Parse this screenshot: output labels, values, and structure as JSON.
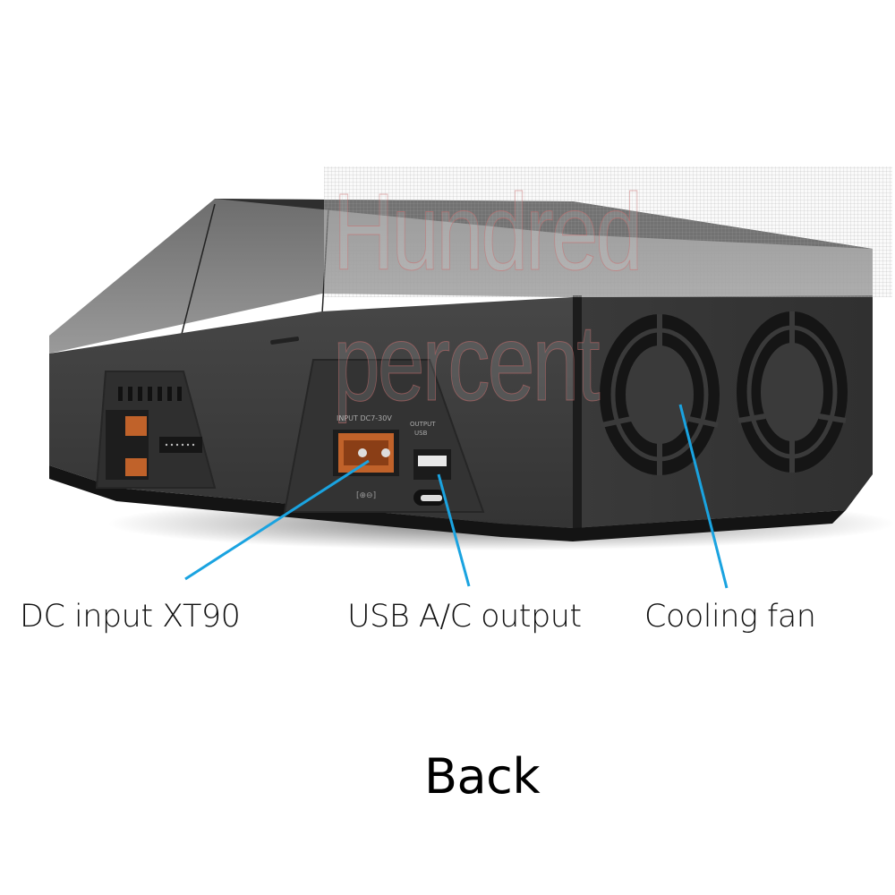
{
  "product": {
    "view": "Back",
    "body_colors": {
      "top_panel": "#8a8a8a",
      "side_body": "#3b3b3b",
      "dark_shadow": "#1c1c1c",
      "port_orange": "#c0622a"
    },
    "ports": {
      "input_label": "INPUT DC7-30V",
      "output_label_line1": "OUTPUT",
      "output_label_line2": "USB"
    }
  },
  "watermark": {
    "text": "Hundred percent"
  },
  "callouts": [
    {
      "label": "DC input XT90",
      "color": "#1aa3e0"
    },
    {
      "label": "USB A/C output",
      "color": "#1aa3e0"
    },
    {
      "label": "Cooling fan",
      "color": "#1aa3e0"
    }
  ],
  "caption": {
    "text": "Back"
  }
}
